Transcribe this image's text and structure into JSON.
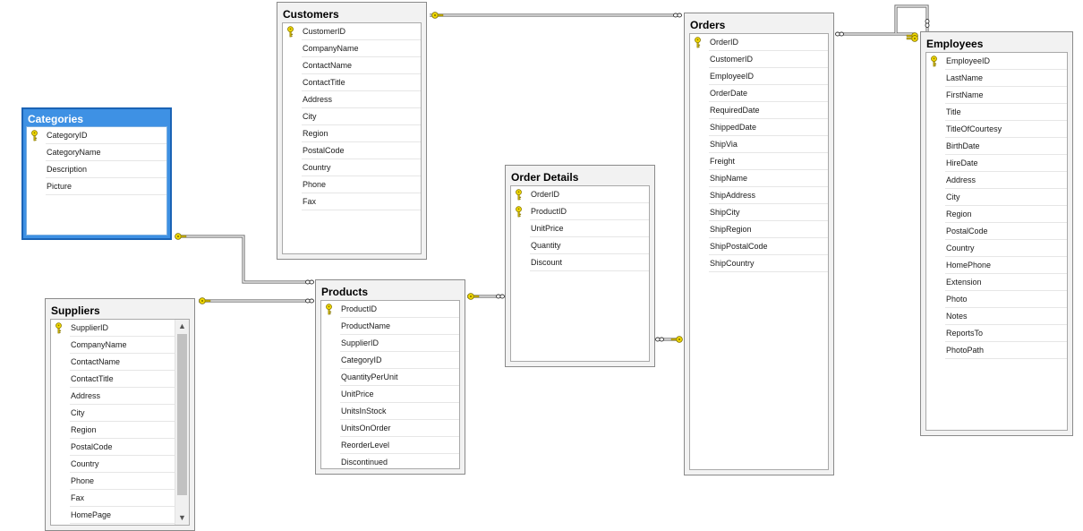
{
  "diagram": {
    "tables": {
      "customers": {
        "title": "Customers",
        "columns": [
          {
            "name": "CustomerID",
            "key": true
          },
          {
            "name": "CompanyName"
          },
          {
            "name": "ContactName"
          },
          {
            "name": "ContactTitle"
          },
          {
            "name": "Address"
          },
          {
            "name": "City"
          },
          {
            "name": "Region"
          },
          {
            "name": "PostalCode"
          },
          {
            "name": "Country"
          },
          {
            "name": "Phone"
          },
          {
            "name": "Fax"
          }
        ]
      },
      "orders": {
        "title": "Orders",
        "columns": [
          {
            "name": "OrderID",
            "key": true
          },
          {
            "name": "CustomerID"
          },
          {
            "name": "EmployeeID"
          },
          {
            "name": "OrderDate"
          },
          {
            "name": "RequiredDate"
          },
          {
            "name": "ShippedDate"
          },
          {
            "name": "ShipVia"
          },
          {
            "name": "Freight"
          },
          {
            "name": "ShipName"
          },
          {
            "name": "ShipAddress"
          },
          {
            "name": "ShipCity"
          },
          {
            "name": "ShipRegion"
          },
          {
            "name": "ShipPostalCode"
          },
          {
            "name": "ShipCountry"
          }
        ]
      },
      "employees": {
        "title": "Employees",
        "columns": [
          {
            "name": "EmployeeID",
            "key": true
          },
          {
            "name": "LastName"
          },
          {
            "name": "FirstName"
          },
          {
            "name": "Title"
          },
          {
            "name": "TitleOfCourtesy"
          },
          {
            "name": "BirthDate"
          },
          {
            "name": "HireDate"
          },
          {
            "name": "Address"
          },
          {
            "name": "City"
          },
          {
            "name": "Region"
          },
          {
            "name": "PostalCode"
          },
          {
            "name": "Country"
          },
          {
            "name": "HomePhone"
          },
          {
            "name": "Extension"
          },
          {
            "name": "Photo"
          },
          {
            "name": "Notes"
          },
          {
            "name": "ReportsTo"
          },
          {
            "name": "PhotoPath"
          }
        ]
      },
      "categories": {
        "title": "Categories",
        "selected": true,
        "columns": [
          {
            "name": "CategoryID",
            "key": true
          },
          {
            "name": "CategoryName"
          },
          {
            "name": "Description"
          },
          {
            "name": "Picture"
          }
        ]
      },
      "order_details": {
        "title": "Order Details",
        "columns": [
          {
            "name": "OrderID",
            "key": true
          },
          {
            "name": "ProductID",
            "key": true
          },
          {
            "name": "UnitPrice"
          },
          {
            "name": "Quantity"
          },
          {
            "name": "Discount"
          }
        ]
      },
      "products": {
        "title": "Products",
        "columns": [
          {
            "name": "ProductID",
            "key": true
          },
          {
            "name": "ProductName"
          },
          {
            "name": "SupplierID"
          },
          {
            "name": "CategoryID"
          },
          {
            "name": "QuantityPerUnit"
          },
          {
            "name": "UnitPrice"
          },
          {
            "name": "UnitsInStock"
          },
          {
            "name": "UnitsOnOrder"
          },
          {
            "name": "ReorderLevel"
          },
          {
            "name": "Discontinued"
          }
        ]
      },
      "suppliers": {
        "title": "Suppliers",
        "scrollable": true,
        "columns": [
          {
            "name": "SupplierID",
            "key": true
          },
          {
            "name": "CompanyName"
          },
          {
            "name": "ContactName"
          },
          {
            "name": "ContactTitle"
          },
          {
            "name": "Address"
          },
          {
            "name": "City"
          },
          {
            "name": "Region"
          },
          {
            "name": "PostalCode"
          },
          {
            "name": "Country"
          },
          {
            "name": "Phone"
          },
          {
            "name": "Fax"
          },
          {
            "name": "HomePage"
          }
        ]
      }
    },
    "relationships": [
      {
        "from": "customers",
        "to": "orders"
      },
      {
        "from": "employees",
        "to": "orders"
      },
      {
        "from": "employees",
        "to": "employees"
      },
      {
        "from": "categories",
        "to": "products"
      },
      {
        "from": "suppliers",
        "to": "products"
      },
      {
        "from": "products",
        "to": "order_details"
      },
      {
        "from": "orders",
        "to": "order_details"
      }
    ],
    "icons": {
      "primary_key": "key-icon",
      "one_end": "key-icon",
      "many_end": "infinity-icon",
      "scroll_up": "chevron-up-icon",
      "scroll_down": "chevron-down-icon"
    },
    "colors": {
      "selected_table": "#3e91e4",
      "key": "#f0d800",
      "line": "#707070"
    }
  }
}
